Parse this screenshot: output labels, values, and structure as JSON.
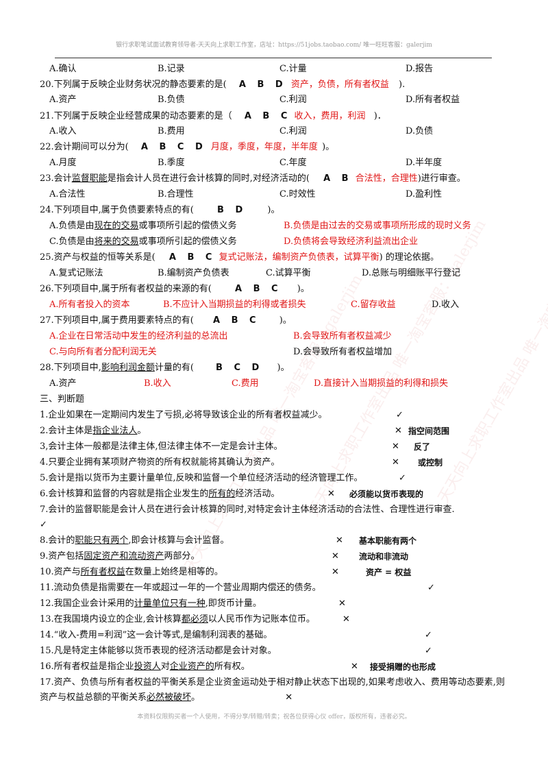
{
  "header": "银行求职笔试面试教育领导者-天天向上求职工作室，店址：https://51jobs.taobao.com/ 唯一旺旺客服：galerjim",
  "footer": "本资料仅限购买者一个人使用，不得分享/转赠/转卖；祝各位获得心仪 offer，版权所有，违者必究。",
  "watermark": "天天向上求职工作室出品 唯一淘宝客服：galerjim",
  "q19_opts": [
    "A.确认",
    "B.记录",
    "C.计量",
    "D.报告"
  ],
  "q20": {
    "stem": "20.下列属于反映企业财务状况的静态要素的是(",
    "ans": "A B D",
    "note": "资产，负债，所有者权益",
    "end": ").",
    "opts": [
      "A.资产",
      "B.负债",
      "C.利润",
      "D.所有者权益"
    ]
  },
  "q21": {
    "stem": "21.下列属于反映企业经营成果的动态要素的是（",
    "ans": "A B C",
    "note": "收入，费用，利润",
    "end": ")．",
    "opts": [
      "A.收入",
      "B.费用",
      "C.利润",
      "D.负债"
    ]
  },
  "q22": {
    "stem": "22.会计期间可以分为(",
    "ans": "A B C D",
    "note": "月度，季度，年度，半年度",
    "end": ")。",
    "opts": [
      "A.月度",
      "B.季度",
      "C.年度",
      "D.半年度"
    ]
  },
  "q23": {
    "stem_a": "23.会计",
    "stem_ul": "监督职能",
    "stem_b": "是指会计人员在进行会计核算的同时,对经济活动的(",
    "ans": "A B",
    "note": "合法性，合理性",
    "end": ")进行审查。",
    "opts": [
      "A.合法性",
      "B.合理性",
      "C.时效性",
      "D.盈利性"
    ]
  },
  "q24": {
    "stem": "24.下列项目中,属于负债要素特点的有(",
    "ans": "B D",
    "end": ")。",
    "a_pre": "A.负债是由",
    "a_ul": "现在的交易",
    "a_post": "或事项所引起的偿债义务",
    "b": "B.负债是由过去的交易或事项所形成的现时义务",
    "c_pre": "C.负债是由",
    "c_ul": "将来的交易",
    "c_post": "或事项所引起的偿债义务",
    "d": "D.负债将会导致经济利益流出企业"
  },
  "q25": {
    "stem": "25.资产与权益的恒等关系是(",
    "ans": "A B C",
    "note": "复式记账法，编制资产负债表，试算平衡",
    "end": ") 的理论依据。",
    "opts": [
      "A.复式记账法",
      "B.编制资产负债表",
      "C.试算平衡",
      "D.总账与明细账平行登记"
    ]
  },
  "q26": {
    "stem": "26.下列项目中,属于所有者权益的来源的有(",
    "ans": "A B C",
    "end": ")。",
    "opts": [
      "A.所有者投入的资本",
      "B.不应计入当期损益的利得或者损失",
      "C.留存收益",
      "D.收入"
    ]
  },
  "q27": {
    "stem": "27.下列项目中,属于费用要素特点的有(",
    "ans": "A B C",
    "end": ")。",
    "opts": [
      "A.企业在日常活动中发生的经济利益的总流出",
      "B.会导致所有者权益减少",
      "C.与向所有者分配利润无关",
      "D.会导致所有者权益增加"
    ]
  },
  "q28": {
    "stem_a": "28.下列项目中,",
    "stem_ul": "影响利润金额",
    "stem_b": "计量的有(",
    "ans": "B C D",
    "end": ")。",
    "opts": [
      "A.资产",
      "B.收入",
      "C.费用",
      "D.直接计入当期损益的利得和损失"
    ]
  },
  "section3": "三、判断题",
  "j1": {
    "text": "1.企业如果在一定期间内发生了亏损,必将导致该企业的所有者权益减少。",
    "mark": "✓"
  },
  "j2": {
    "pre": "2.会计主体是",
    "ul": "指企业法人",
    "post": "。",
    "mark": "✕",
    "note": "指空间范围"
  },
  "j3": {
    "text": "3,会计主体一般都是法律主体,但法律主体不一定是会计主体。",
    "mark": "✕",
    "note": "反了"
  },
  "j4": {
    "text": "4.只要企业拥有某项财产物资的所有权就能将其确认为资产。",
    "mark": "✕",
    "note": "或控制"
  },
  "j5": {
    "text": "5.会计是指以货币为主要计量单位,反映和监督一个单位经济活动的经济管理工作。",
    "mark": "✓"
  },
  "j6": {
    "pre": "6.会计核算和监督的内容就是指企业发生的",
    "ul": "所有的",
    "post": "经济活动。",
    "mark": "✕",
    "note": "必须能以货币表现的"
  },
  "j7": {
    "text": "7.会计的监督职能是会计人员在进行会计核算的同时,对特定会计主体经济活动的合法性、合理性进行审查.",
    "mark": "✓"
  },
  "j8": {
    "pre": "8.会计的",
    "ul": "职能只有两个",
    "post": ",即会计核算与会计监督。",
    "mark": "✕",
    "note": "基本职能有两个"
  },
  "j9": {
    "pre": "9.资产包括",
    "ul": "固定资产和流动资产",
    "post": "两部分。",
    "mark": "✕",
    "note": "流动和非流动"
  },
  "j10": {
    "pre": "10.资产与",
    "ul": "所有者权益",
    "post": "在数量上始终是相等的。",
    "mark": "✕",
    "note": "资产 = 权益"
  },
  "j11": {
    "text": "11.流动负债是指需要在一年或超过一年的一个营业周期内偿还的债务。",
    "mark": "✓"
  },
  "j12": {
    "pre": "12.我国企业会计采用的",
    "ul": "计量单位只有一种",
    "post": ",即货币计量。",
    "mark": "✕"
  },
  "j13": {
    "pre": "13.在我国境内设立的企业,会计核算",
    "ul": "都必须",
    "post": "以人民币作为记账本位币。",
    "mark": "✕"
  },
  "j14": {
    "text": "14.“收入-费用=利润”这一会计等式,是编制利润表的基础。",
    "mark": "✓"
  },
  "j15": {
    "text": "15.凡是特定主体能够以货币表现的经济活动都是会计对象。",
    "mark": "✓"
  },
  "j16": {
    "pre": "16.所有者权益是指企业",
    "ul": "投资人",
    "mid": "对",
    "ul2": "企业资产的",
    "post": "所有权。",
    "mark": "✕",
    "note": "接受捐赠的也形成"
  },
  "j17": {
    "pre": "17.资产、负债与所有者权益的平衡关系是企业资金运动处于相对静止状态下出现的,如果考虑收入、费用等动态要素,则资产与权益总额的平衡关系",
    "ul": "必然被破坏",
    "post": "。",
    "mark": "✕"
  }
}
